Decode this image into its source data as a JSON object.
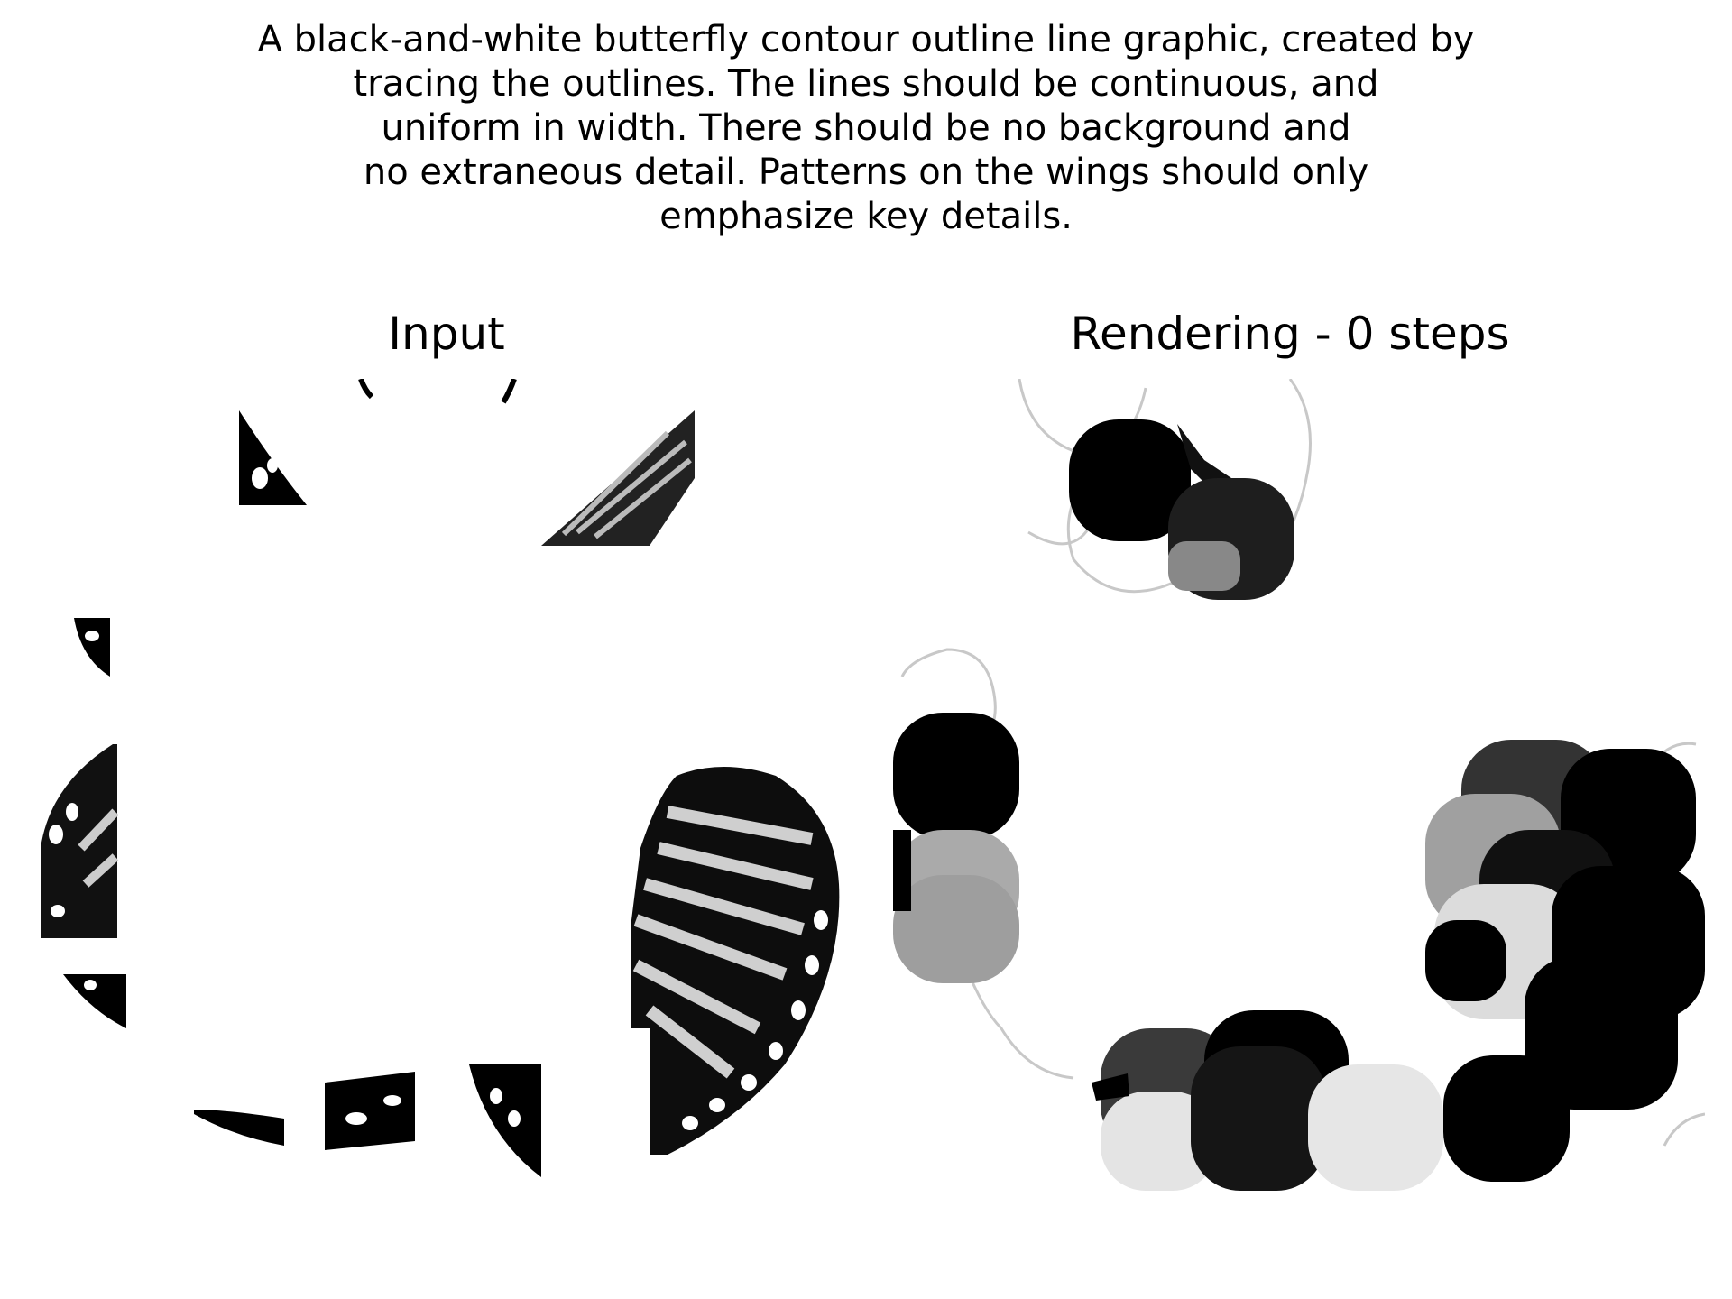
{
  "caption": {
    "lines": [
      "A black-and-white butterfly contour outline line graphic, created by",
      "tracing the outlines. The lines should be continuous, and",
      "uniform in width. There should be no background and",
      "no extraneous detail. Patterns on the wings should only",
      "emphasize key details."
    ]
  },
  "panels": {
    "input_title": "Input",
    "render_title": "Rendering - 0 steps"
  },
  "colors": {
    "background": "#ffffff",
    "ink": "#000000",
    "dark_gray": "#2b2b2b",
    "mid_gray": "#a0a0a0",
    "light_gray": "#e0e0e0"
  }
}
